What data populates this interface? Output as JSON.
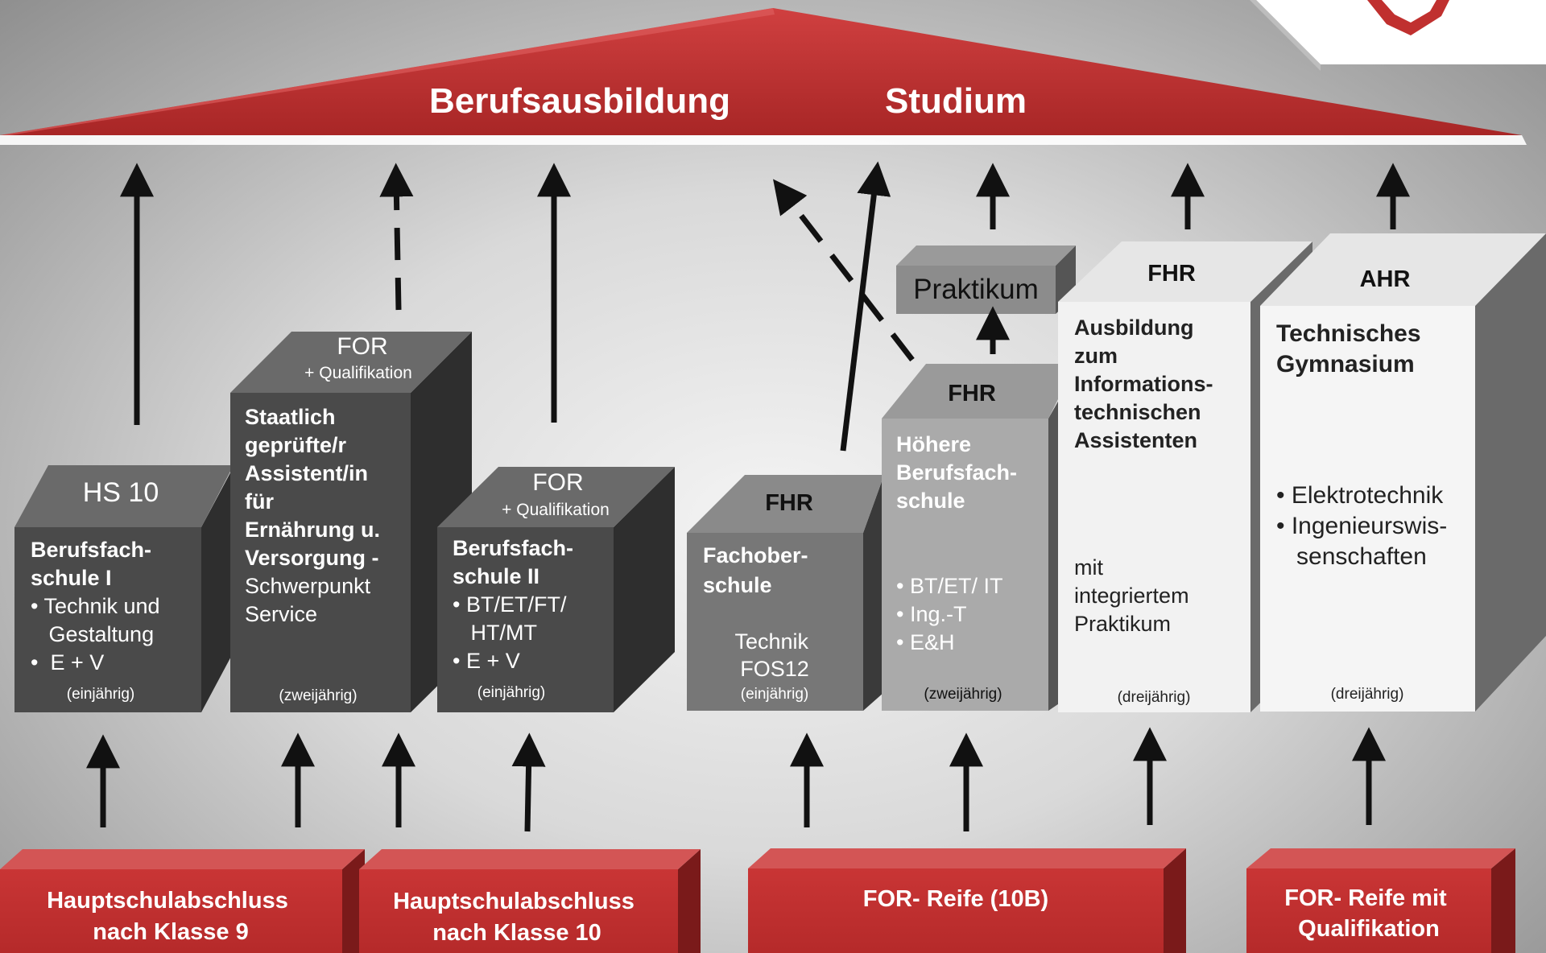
{
  "roof": {
    "left": "Berufsausbildung",
    "right": "Studium"
  },
  "boxes": {
    "bfs1": {
      "top": "HS 10",
      "title_lines": [
        "Berufsfach-",
        "schule I"
      ],
      "items": [
        "• Technik und",
        "   Gestaltung",
        "•  E + V"
      ],
      "duration": "(einjährig)"
    },
    "assistent": {
      "top": "FOR",
      "top_sub": "+ Qualifikation",
      "title_lines": [
        "Staatlich",
        "geprüfte/r",
        "Assistent/in",
        "für",
        "Ernährung u.",
        "Versorgung -"
      ],
      "items": [
        "Schwerpunkt",
        "Service"
      ],
      "duration": "(zweijährig)"
    },
    "bfs2": {
      "top": "FOR",
      "top_sub": "+ Qualifikation",
      "title_lines": [
        "Berufsfach-",
        "schule II"
      ],
      "items": [
        "• BT/ET/FT/",
        "   HT/MT",
        "• E + V"
      ],
      "duration": "(einjährig)"
    },
    "fos": {
      "top": "FHR",
      "title_lines": [
        "Fachober-",
        "schule"
      ],
      "items": [
        "Technik",
        "FOS12"
      ],
      "duration": "(einjährig)"
    },
    "hbfs": {
      "top": "FHR",
      "title_lines": [
        "Höhere",
        "Berufsfach-",
        "schule"
      ],
      "items": [
        "• BT/ET/ IT",
        "• Ing.-T",
        "• E&H"
      ],
      "duration": "(zweijährig)"
    },
    "ita": {
      "top": "FHR",
      "title_lines": [
        "Ausbildung",
        "zum",
        "Informations-",
        "technischen",
        "Assistenten"
      ],
      "items": [
        "mit",
        "integriertem",
        "Praktikum"
      ],
      "duration": "(dreijährig)"
    },
    "tg": {
      "top": "AHR",
      "title_lines": [
        "Technisches",
        "Gymnasium"
      ],
      "items": [
        "• Elektrotechnik",
        "• Ingenieurswis-",
        "   senschaften"
      ],
      "duration": "(dreijährig)"
    },
    "praktikum": {
      "label": "Praktikum"
    }
  },
  "entries": [
    {
      "lines": [
        "Hauptschulabschluss",
        "nach Klasse 9"
      ]
    },
    {
      "lines": [
        "Hauptschulabschluss",
        "nach Klasse 10"
      ]
    },
    {
      "lines": [
        "FOR- Reife (10B)"
      ]
    },
    {
      "lines": [
        "FOR- Reife mit",
        "Qualifikation"
      ]
    }
  ],
  "colors": {
    "roof": "#c0302f",
    "roof_dark": "#8e1f1f",
    "entry": "#c0302f",
    "box_dark": "#4a4a4a",
    "box_mid": "#8a8a8a",
    "box_light": "#f2f2f2"
  }
}
